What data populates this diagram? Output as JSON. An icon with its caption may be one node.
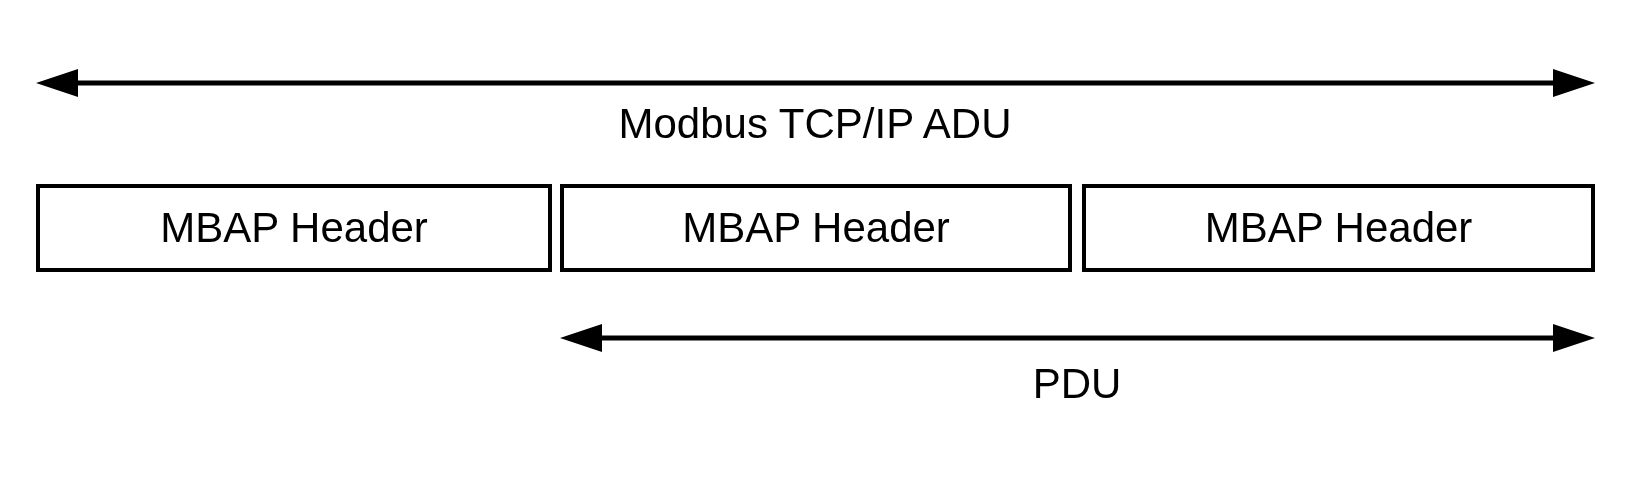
{
  "diagram": {
    "nodes": [
      {
        "text": [
          "MBAP Header"
        ]
      },
      {
        "text": [
          "MBAP Header"
        ]
      },
      {
        "text": [
          "MBAP Header"
        ]
      }
    ],
    "labels": [
      "Modbus TCP/IP ADU",
      "PDU"
    ]
  }
}
